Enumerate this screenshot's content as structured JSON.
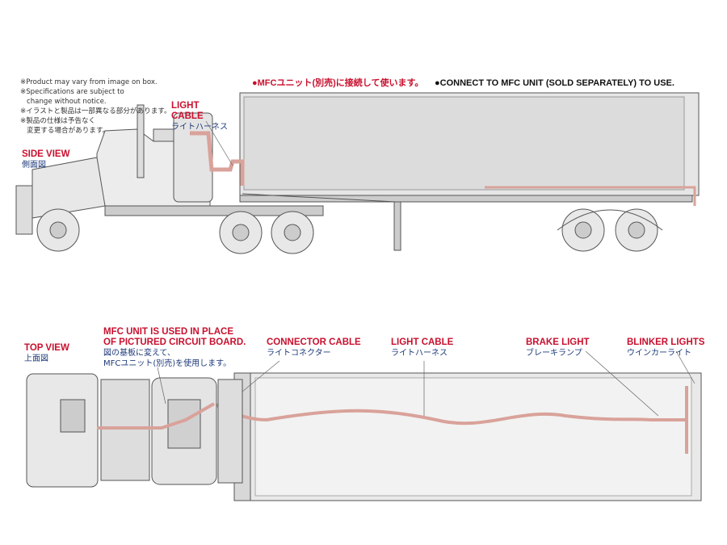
{
  "notes": [
    "※Product may vary from image on box.",
    "※Specifications are subject to",
    "change without notice.",
    "※イラストと製品は一部異なる部分があります。",
    "※製品の仕様は予告なく",
    "変更する場合があります。"
  ],
  "header": {
    "jp": "●MFCユニット(別売)に接続して使います。",
    "en": "●CONNECT TO MFC UNIT (SOLD SEPARATELY) TO USE."
  },
  "side_view": {
    "en": "SIDE VIEW",
    "jp": "側面図"
  },
  "light_cable_side": {
    "en1": "LIGHT",
    "en2": "CABLE",
    "jp": "ライトハーネス"
  },
  "top_view": {
    "en": "TOP VIEW",
    "jp": "上面図"
  },
  "mfc_unit": {
    "en1": "MFC UNIT IS USED IN PLACE",
    "en2": "OF PICTURED CIRCUIT BOARD.",
    "jp1": "図の基板に変えて、",
    "jp2": "MFCユニット(別売)を使用します。"
  },
  "connector_cable": {
    "en": "CONNECTOR CABLE",
    "jp": "ライトコネクター"
  },
  "light_cable_top": {
    "en": "LIGHT CABLE",
    "jp": "ライトハーネス"
  },
  "brake_light": {
    "en": "BRAKE LIGHT",
    "jp": "ブレーキランプ"
  },
  "blinker_lights": {
    "en": "BLINKER LIGHTS",
    "jp": "ウインカーライト"
  },
  "colors": {
    "label_red": "#c8102e",
    "label_blue": "#1e3a7a",
    "cable": "#d9a29a"
  }
}
